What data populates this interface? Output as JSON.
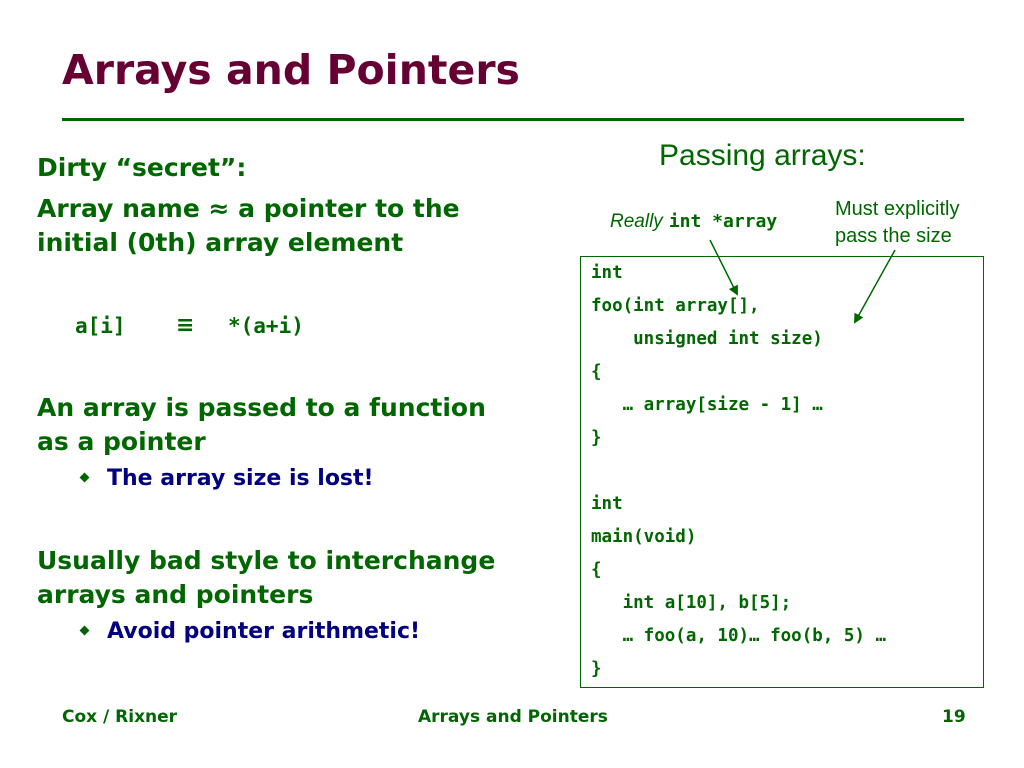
{
  "slide": {
    "title": "Arrays and Pointers",
    "left": {
      "p1": "Dirty “secret”:",
      "p2_line1": "Array name ≈ a pointer to the",
      "p2_line2": "initial (0th) array element",
      "equiv_lhs": "a[i]",
      "equiv_sym": "≡",
      "equiv_rhs": "*(a+i)",
      "p3_line1": "An array is passed to a function",
      "p3_line2": "as a pointer",
      "bullet1": "The array size is lost!",
      "p4_line1": "Usually bad style to interchange",
      "p4_line2": "arrays and pointers",
      "bullet2": "Avoid pointer arithmetic!"
    },
    "right": {
      "heading": "Passing arrays:",
      "really_word": "Really",
      "really_code": "int *array",
      "note_line1": "Must explicitly",
      "note_line2": "pass the size",
      "code_lines": [
        "int",
        "foo(int array[],",
        "    unsigned int size)",
        "{",
        "   … array[size - 1] …",
        "}",
        "",
        "int",
        "main(void)",
        "{",
        "   int a[10], b[5];",
        "   … foo(a, 10)… foo(b, 5) …",
        "}"
      ]
    },
    "footer": {
      "left": "Cox / Rixner",
      "center": "Arrays and Pointers",
      "page": "19"
    }
  }
}
